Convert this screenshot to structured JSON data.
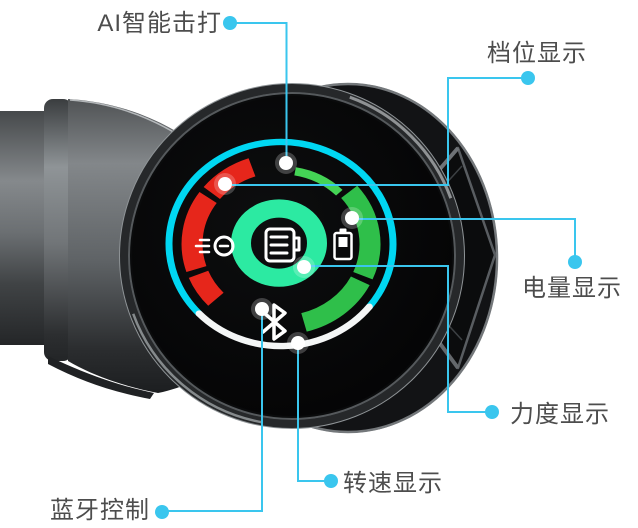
{
  "page": {
    "type": "product-feature-diagram",
    "product": "smart-massage-gun-display"
  },
  "colors": {
    "background": "#ffffff",
    "callout_accent": "#3ac6ee",
    "label_text": "#4d4d4d",
    "screen_ring_cyan": "#00d7f2",
    "screen_ring_white": "#f4f6f6",
    "gauge_red": "#e6261b",
    "gauge_green": "#2fbf4a",
    "inner_ring_green": "#2ceaa2",
    "icon_white": "#ffffff",
    "device_body": "#2b2d2f"
  },
  "callouts": {
    "ai": {
      "label": "AI智能击打",
      "target": "top-indicator-dot"
    },
    "gear": {
      "label": "档位显示",
      "target": "red-gauge-arc"
    },
    "battery": {
      "label": "电量显示",
      "target": "green-gauge-arc"
    },
    "force": {
      "label": "力度显示",
      "target": "inner-green-ring"
    },
    "speed": {
      "label": "转速显示",
      "target": "bottom-white-arc"
    },
    "bluetooth": {
      "label": "蓝牙控制",
      "target": "bluetooth-icon"
    }
  },
  "display": {
    "icons": [
      "power-icon",
      "massage-gun-icon",
      "battery-icon",
      "bluetooth-icon"
    ],
    "red_gauge_segments": 3,
    "green_gauge_segments": 3,
    "inner_ring": "full"
  }
}
